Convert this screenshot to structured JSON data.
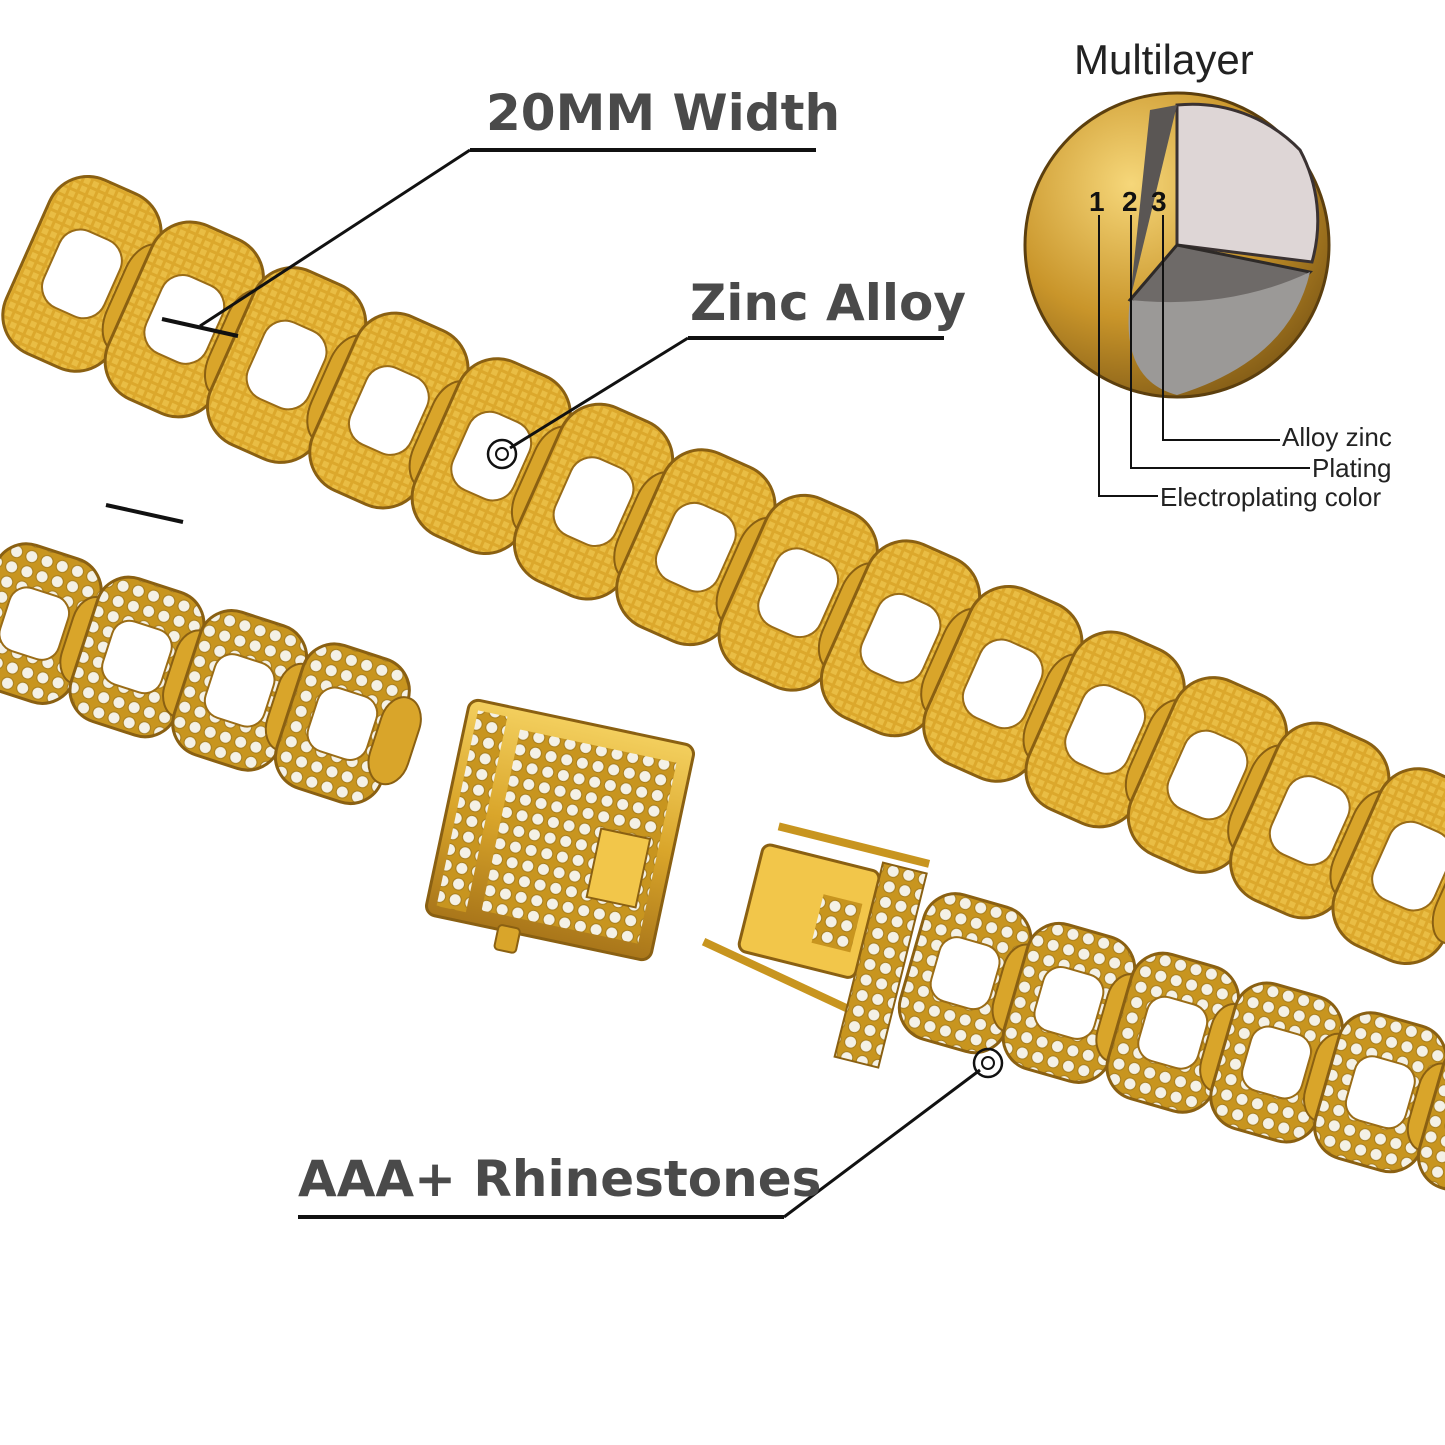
{
  "callouts": {
    "width": "20MM Width",
    "material": "Zinc Alloy",
    "stones": "AAA+ Rhinestones"
  },
  "diagram": {
    "title": "Multilayer",
    "layer_numbers": [
      "1",
      "2",
      "3"
    ],
    "layers": {
      "alloy": "Alloy zinc",
      "plating": "Plating",
      "color": "Electroplating color"
    }
  },
  "colors": {
    "gold": "#d9a52a",
    "gold_dark": "#a9761a",
    "gold_light": "#f3cf5e",
    "text": "#4a4a4a",
    "stone": "#f4f1e6"
  }
}
